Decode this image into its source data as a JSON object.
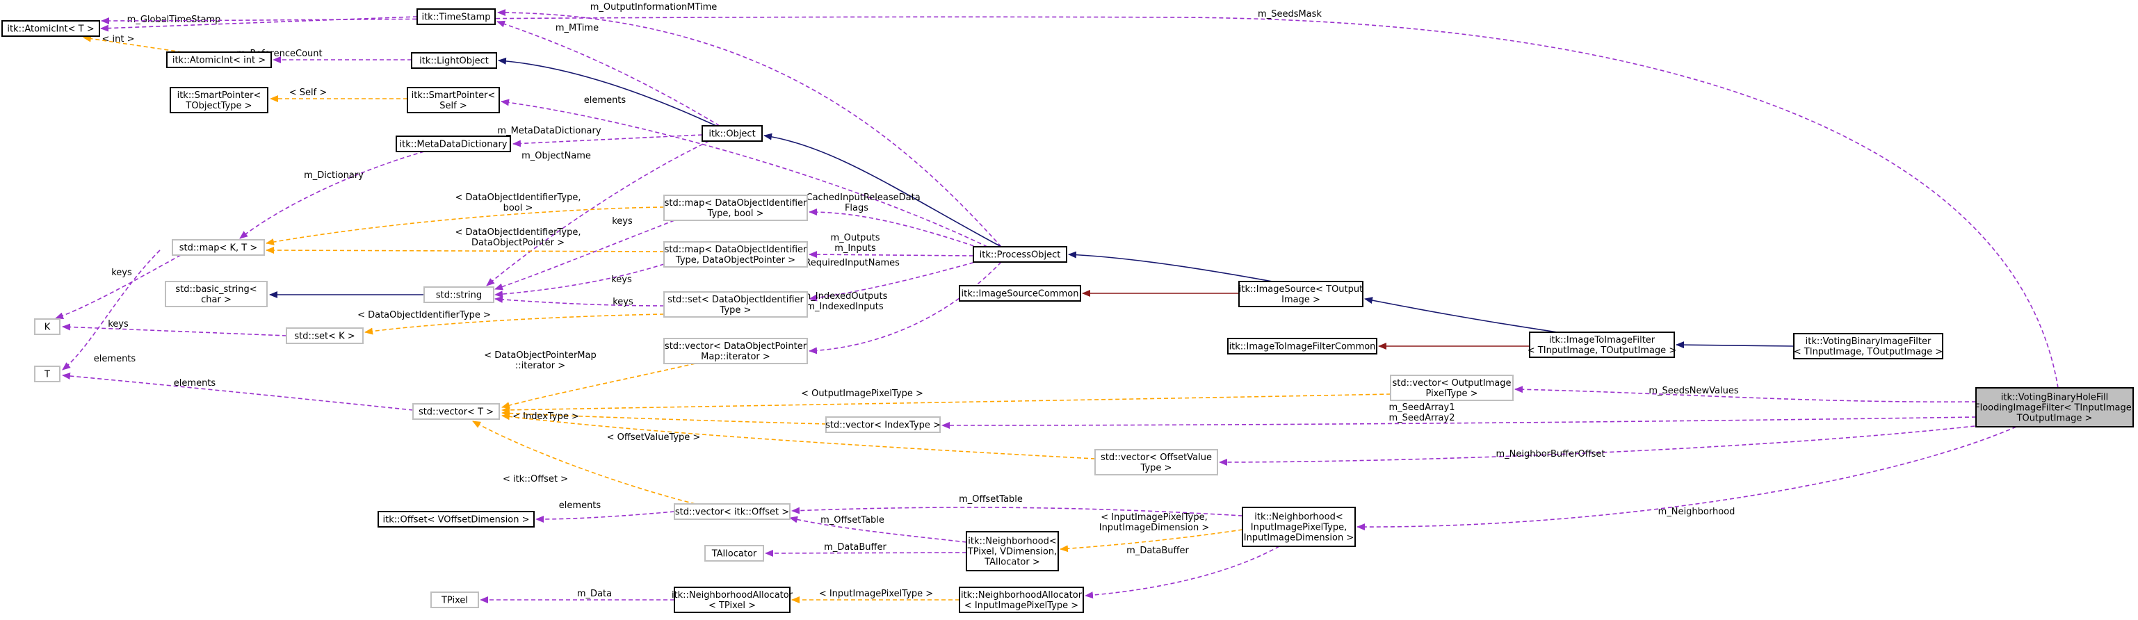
{
  "colors": {
    "inherit": "#191970",
    "usage": "#9a32cd",
    "template": "#ffa500",
    "private": "#8b1a1a"
  },
  "nodes": [
    {
      "id": "atomicT",
      "lines": [
        "itk::AtomicInt< T >"
      ],
      "style": "solid"
    },
    {
      "id": "timestamp",
      "lines": [
        "itk::TimeStamp"
      ],
      "style": "solid"
    },
    {
      "id": "atomicInt",
      "lines": [
        "itk::AtomicInt< int >"
      ],
      "style": "solid"
    },
    {
      "id": "lightobj",
      "lines": [
        "itk::LightObject"
      ],
      "style": "solid"
    },
    {
      "id": "spT",
      "lines": [
        "itk::SmartPointer<",
        "TObjectType >"
      ],
      "style": "solid"
    },
    {
      "id": "spSelf",
      "lines": [
        "itk::SmartPointer<",
        "Self >"
      ],
      "style": "solid"
    },
    {
      "id": "metadict",
      "lines": [
        "itk::MetaDataDictionary"
      ],
      "style": "solid"
    },
    {
      "id": "object",
      "lines": [
        "itk::Object"
      ],
      "style": "solid"
    },
    {
      "id": "mapKT",
      "lines": [
        "std::map< K, T >"
      ],
      "style": "gray"
    },
    {
      "id": "mapBool",
      "lines": [
        "std::map< DataObjectIdentifier",
        "Type, bool >"
      ],
      "style": "gray"
    },
    {
      "id": "mapDOP",
      "lines": [
        "std::map< DataObjectIdentifier",
        "Type, DataObjectPointer >"
      ],
      "style": "gray"
    },
    {
      "id": "procobj",
      "lines": [
        "itk::ProcessObject"
      ],
      "style": "solid"
    },
    {
      "id": "basicstr",
      "lines": [
        "std::basic_string<",
        "char >"
      ],
      "style": "gray"
    },
    {
      "id": "stdstring",
      "lines": [
        "std::string"
      ],
      "style": "gray"
    },
    {
      "id": "setDOI",
      "lines": [
        "std::set< DataObjectIdentifier",
        "Type >"
      ],
      "style": "gray"
    },
    {
      "id": "imgsrccommon",
      "lines": [
        "itk::ImageSourceCommon"
      ],
      "style": "solid"
    },
    {
      "id": "imgsource",
      "lines": [
        "itk::ImageSource< TOutput",
        "Image >"
      ],
      "style": "solid"
    },
    {
      "id": "K",
      "lines": [
        "K"
      ],
      "style": "gray"
    },
    {
      "id": "setK",
      "lines": [
        "std::set< K >"
      ],
      "style": "gray"
    },
    {
      "id": "itifcommon",
      "lines": [
        "itk::ImageToImageFilterCommon"
      ],
      "style": "solid"
    },
    {
      "id": "itif",
      "lines": [
        "itk::ImageToImageFilter",
        "< TInputImage, TOutputImage >"
      ],
      "style": "solid"
    },
    {
      "id": "vbif",
      "lines": [
        "itk::VotingBinaryImageFilter",
        "< TInputImage, TOutputImage >"
      ],
      "style": "solid"
    },
    {
      "id": "Tnode",
      "lines": [
        "T"
      ],
      "style": "gray"
    },
    {
      "id": "vecDOPMap",
      "lines": [
        "std::vector< DataObjectPointer",
        "Map::iterator >"
      ],
      "style": "gray"
    },
    {
      "id": "vecOutPix",
      "lines": [
        "std::vector< OutputImage",
        "PixelType >"
      ],
      "style": "gray"
    },
    {
      "id": "vecT",
      "lines": [
        "std::vector< T >"
      ],
      "style": "gray"
    },
    {
      "id": "vecIndex",
      "lines": [
        "std::vector< IndexType >"
      ],
      "style": "gray"
    },
    {
      "id": "main",
      "lines": [
        "itk::VotingBinaryHoleFill",
        "FloodingImageFilter< TInputImage,",
        "TOutputImage >"
      ],
      "style": "hl"
    },
    {
      "id": "vecOffVal",
      "lines": [
        "std::vector< OffsetValue",
        "Type >"
      ],
      "style": "gray"
    },
    {
      "id": "vecItkOff",
      "lines": [
        "std::vector< itk::Offset >"
      ],
      "style": "gray"
    },
    {
      "id": "neighIn",
      "lines": [
        "itk::Neighborhood<",
        "InputImagePixelType,",
        "InputImageDimension >"
      ],
      "style": "solid"
    },
    {
      "id": "offsetV",
      "lines": [
        "itk::Offset< VOffsetDimension >"
      ],
      "style": "solid"
    },
    {
      "id": "tallocator",
      "lines": [
        "TAllocator"
      ],
      "style": "gray"
    },
    {
      "id": "neighT",
      "lines": [
        "itk::Neighborhood<",
        "TPixel, VDimension,",
        "TAllocator >"
      ],
      "style": "solid"
    },
    {
      "id": "tpixel",
      "lines": [
        "TPixel"
      ],
      "style": "gray"
    },
    {
      "id": "naT",
      "lines": [
        "itk::NeighborhoodAllocator",
        "< TPixel >"
      ],
      "style": "solid"
    },
    {
      "id": "naIn",
      "lines": [
        "itk::NeighborhoodAllocator",
        "< InputImagePixelType >"
      ],
      "style": "solid"
    }
  ],
  "edges": [
    {
      "id": "e1",
      "kind": "usage",
      "lines": [
        "m_GlobalTimeStamp"
      ]
    },
    {
      "id": "e2",
      "kind": "template",
      "lines": [
        "< int >"
      ]
    },
    {
      "id": "e3",
      "kind": "usage",
      "lines": [
        "m_ReferenceCount"
      ]
    },
    {
      "id": "e4",
      "kind": "inherit",
      "lines": []
    },
    {
      "id": "e5",
      "kind": "template",
      "lines": [
        "< Self >"
      ]
    },
    {
      "id": "e6",
      "kind": "usage",
      "lines": [
        "m_MetaDataDictionary"
      ]
    },
    {
      "id": "e7",
      "kind": "usage",
      "lines": [
        "m_MTime"
      ]
    },
    {
      "id": "e8",
      "kind": "usage",
      "lines": [
        "m_OutputInformationMTime"
      ]
    },
    {
      "id": "e9",
      "kind": "usage",
      "lines": [
        "elements"
      ]
    },
    {
      "id": "e10",
      "kind": "usage",
      "lines": [
        "m_ObjectName"
      ]
    },
    {
      "id": "e11",
      "kind": "usage",
      "lines": [
        "m_Dictionary"
      ]
    },
    {
      "id": "e12",
      "kind": "template",
      "lines": [
        "< DataObjectIdentifierType,",
        "bool >"
      ]
    },
    {
      "id": "e13",
      "kind": "template",
      "lines": [
        "< DataObjectIdentifierType,",
        "DataObjectPointer >"
      ]
    },
    {
      "id": "e14",
      "kind": "inherit",
      "lines": []
    },
    {
      "id": "e15",
      "kind": "usage",
      "lines": [
        "m_CachedInputReleaseData",
        "Flags"
      ]
    },
    {
      "id": "e16",
      "kind": "usage",
      "lines": [
        "m_Outputs",
        "m_Inputs"
      ]
    },
    {
      "id": "e17",
      "kind": "usage",
      "lines": [
        "m_RequiredInputNames"
      ]
    },
    {
      "id": "e18",
      "kind": "inherit",
      "lines": []
    },
    {
      "id": "e19",
      "kind": "usage",
      "lines": [
        "keys"
      ]
    },
    {
      "id": "e20",
      "kind": "usage",
      "lines": [
        "keys"
      ]
    },
    {
      "id": "e21",
      "kind": "usage",
      "lines": [
        "keys"
      ]
    },
    {
      "id": "e22",
      "kind": "usage",
      "lines": [
        "keys"
      ]
    },
    {
      "id": "e23",
      "kind": "usage",
      "lines": [
        "keys"
      ]
    },
    {
      "id": "e24",
      "kind": "template",
      "lines": [
        "< DataObjectIdentifierType >"
      ]
    },
    {
      "id": "e25",
      "kind": "inherit",
      "lines": []
    },
    {
      "id": "e26",
      "kind": "private",
      "lines": []
    },
    {
      "id": "e27",
      "kind": "inherit",
      "lines": []
    },
    {
      "id": "e28",
      "kind": "private",
      "lines": []
    },
    {
      "id": "e29",
      "kind": "inherit",
      "lines": []
    },
    {
      "id": "e30",
      "kind": "usage",
      "lines": [
        "m_IndexedOutputs",
        "m_IndexedInputs"
      ]
    },
    {
      "id": "e31",
      "kind": "usage",
      "lines": [
        "elements"
      ]
    },
    {
      "id": "e32",
      "kind": "usage",
      "lines": [
        "elements"
      ]
    },
    {
      "id": "e33",
      "kind": "template",
      "lines": [
        "< DataObjectPointerMap",
        "::iterator >"
      ]
    },
    {
      "id": "e34",
      "kind": "template",
      "lines": [
        "< OutputImagePixelType >"
      ]
    },
    {
      "id": "e35",
      "kind": "template",
      "lines": [
        "< IndexType >"
      ]
    },
    {
      "id": "e36",
      "kind": "template",
      "lines": [
        "< OffsetValueType >"
      ]
    },
    {
      "id": "e37",
      "kind": "template",
      "lines": [
        "< itk::Offset >"
      ]
    },
    {
      "id": "e38",
      "kind": "usage",
      "lines": [
        "m_SeedsMask"
      ]
    },
    {
      "id": "e39",
      "kind": "usage",
      "lines": [
        "m_SeedsNewValues"
      ]
    },
    {
      "id": "e40",
      "kind": "usage",
      "lines": [
        "m_SeedArray1",
        "m_SeedArray2"
      ]
    },
    {
      "id": "e41",
      "kind": "usage",
      "lines": [
        "m_NeighborBufferOffset"
      ]
    },
    {
      "id": "e42",
      "kind": "usage",
      "lines": [
        "m_Neighborhood"
      ]
    },
    {
      "id": "e43",
      "kind": "usage",
      "lines": [
        "elements"
      ]
    },
    {
      "id": "e44",
      "kind": "usage",
      "lines": [
        "m_OffsetTable"
      ]
    },
    {
      "id": "e45",
      "kind": "usage",
      "lines": [
        "m_OffsetTable"
      ]
    },
    {
      "id": "e46",
      "kind": "template",
      "lines": [
        "< InputImagePixelType,",
        "InputImageDimension >"
      ]
    },
    {
      "id": "e47",
      "kind": "usage",
      "lines": [
        "m_DataBuffer"
      ]
    },
    {
      "id": "e48",
      "kind": "usage",
      "lines": [
        "m_DataBuffer"
      ]
    },
    {
      "id": "e49",
      "kind": "usage",
      "lines": [
        "m_Data"
      ]
    },
    {
      "id": "e50",
      "kind": "template",
      "lines": [
        "< InputImagePixelType >"
      ]
    }
  ]
}
